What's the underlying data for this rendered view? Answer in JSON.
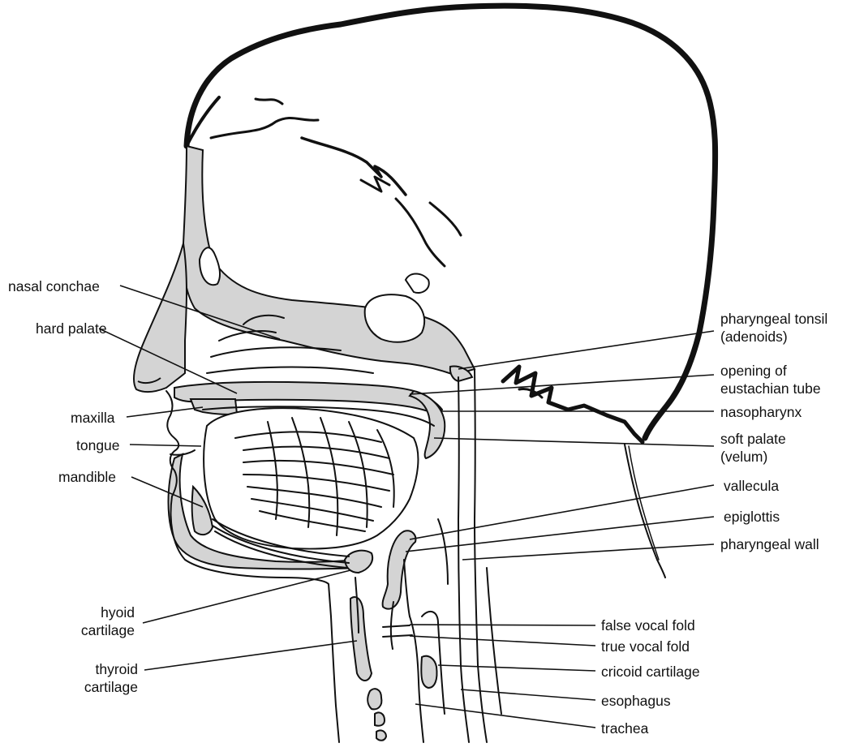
{
  "labels": {
    "nasal_conchae": "nasal conchae",
    "hard_palate": "hard palate",
    "maxilla": "maxilla",
    "tongue": "tongue",
    "mandible": "mandible",
    "hyoid_1": "hyoid",
    "hyoid_2": "cartilage",
    "thyroid_1": "thyroid",
    "thyroid_2": "cartilage",
    "pharyngeal_tonsil_1": "pharyngeal tonsil",
    "pharyngeal_tonsil_2": "(adenoids)",
    "eustachian_1": "opening of",
    "eustachian_2": "eustachian tube",
    "nasopharynx": "nasopharynx",
    "soft_palate_1": "soft palate",
    "soft_palate_2": "(velum)",
    "vallecula": "vallecula",
    "epiglottis": "epiglottis",
    "pharyngeal_wall": "pharyngeal wall",
    "false_vocal_fold": "false vocal fold",
    "true_vocal_fold": "true vocal fold",
    "cricoid_cartilage": "cricoid cartilage",
    "esophagus": "esophagus",
    "trachea": "trachea"
  },
  "colors": {
    "fill_gray": "#d4d4d4",
    "line": "#111111"
  }
}
